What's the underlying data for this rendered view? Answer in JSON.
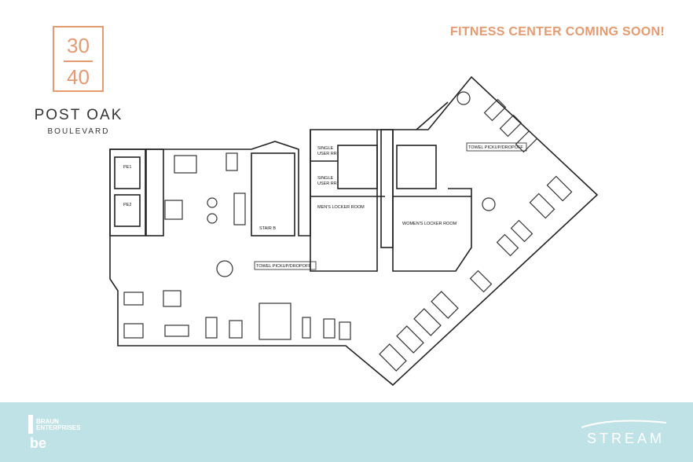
{
  "brand": {
    "number_top": "30",
    "number_bottom": "40",
    "name": "POST OAK",
    "subname": "BOULEVARD",
    "accent_color": "#e59a70"
  },
  "headline": "FITNESS CENTER COMING SOON!",
  "floorplan": {
    "rooms": {
      "pe1": "PE1",
      "pe2": "PE2",
      "stair": "STAIR B",
      "single_rr_1_line1": "SINGLE",
      "single_rr_1_line2": "USER RR",
      "single_rr_2_line1": "SINGLE",
      "single_rr_2_line2": "USER RR",
      "mens": "MEN'S LOCKER ROOM",
      "womens": "WOMEN'S LOCKER ROOM"
    },
    "callouts": {
      "towel_left": "TOWEL PICKUP/DROPOFF",
      "towel_right": "TOWEL PICKUP/DROPOFF"
    }
  },
  "footer": {
    "background_color": "#bfe2e6",
    "left_logo_line1": "BRAUN",
    "left_logo_line2": "ENTERPRISES",
    "left_logo_mark": "be",
    "right_logo": "STREAM"
  }
}
